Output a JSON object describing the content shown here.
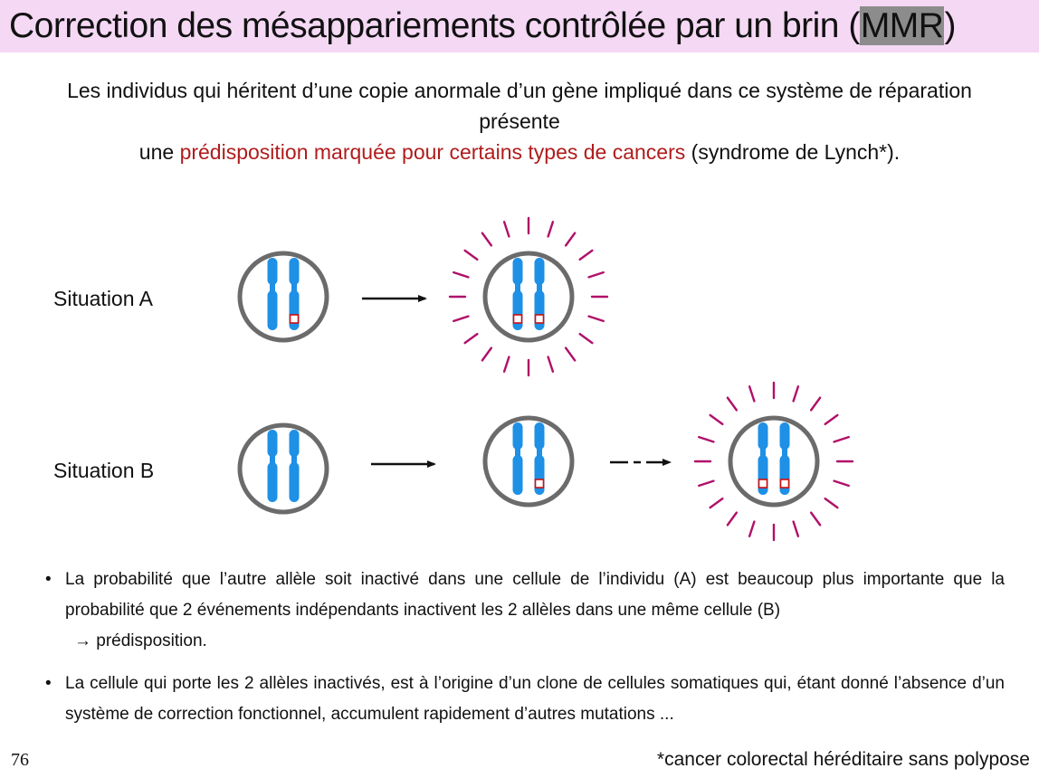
{
  "slide": {
    "title_pre": "Correction des mésappariements contrôlée par un brin (",
    "title_acronym": "MMR",
    "title_post": ")",
    "intro_line1": "Les individus qui héritent d’une copie anormale d’un gène impliqué dans ce système de réparation présente",
    "intro_line2_pre": "une ",
    "intro_line2_red": "prédisposition marquée pour certains types de cancers",
    "intro_line2_post": " (syndrome de Lynch*).",
    "situation_a": "Situation A",
    "situation_b": "Situation B",
    "bullet_symbol": "•",
    "bullet1_text": "La probabilité que l’autre allèle soit inactivé dans une cellule de l’individu (A) est beaucoup plus importante que la probabilité que 2 événements indépendants inactivent les 2 allèles dans une même cellule (B)",
    "bullet1_conclusion": "→ prédisposition.",
    "bullet2_text": "La cellule qui porte les 2 allèles inactivés, est à l’origine d’un clone de cellules somatiques qui, étant donné l’absence d’un système de correction fonctionnel, accumulent rapidement d’autres mutations ...",
    "page_number": "76",
    "footnote": "*cancer colorectal héréditaire sans polypose"
  },
  "colors": {
    "title_band": "#f4d8f4",
    "acronym_highlight": "#8c8c8c",
    "red_text": "#b01c1c",
    "cell_outline": "#6b6b6b",
    "chromosome": "#1e90e6",
    "mutation_mark": "#cc1010",
    "cancer_rays": "#b0106a",
    "arrow": "#111111"
  }
}
